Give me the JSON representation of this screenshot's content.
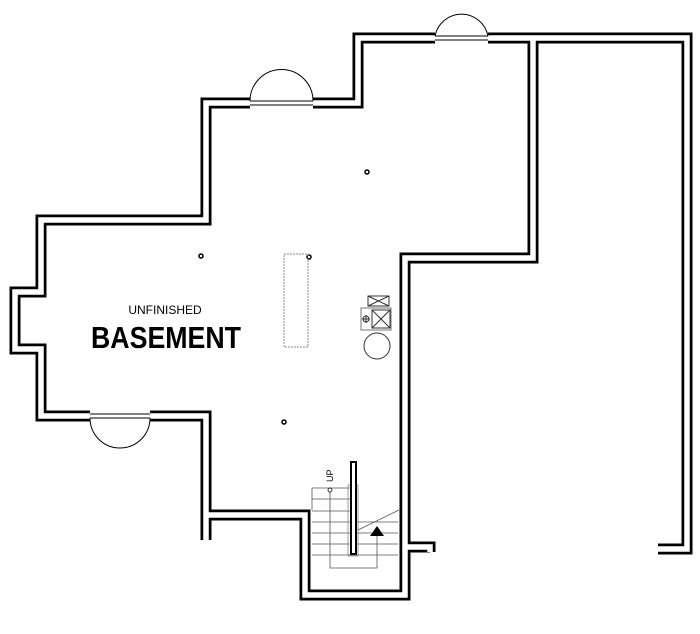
{
  "room": {
    "subtitle": "UNFINISHED",
    "title": "BASEMENT"
  },
  "stairs": {
    "direction_label": "UP"
  },
  "colors": {
    "wall": "#000000",
    "background": "#ffffff",
    "fixture": "#666666"
  }
}
